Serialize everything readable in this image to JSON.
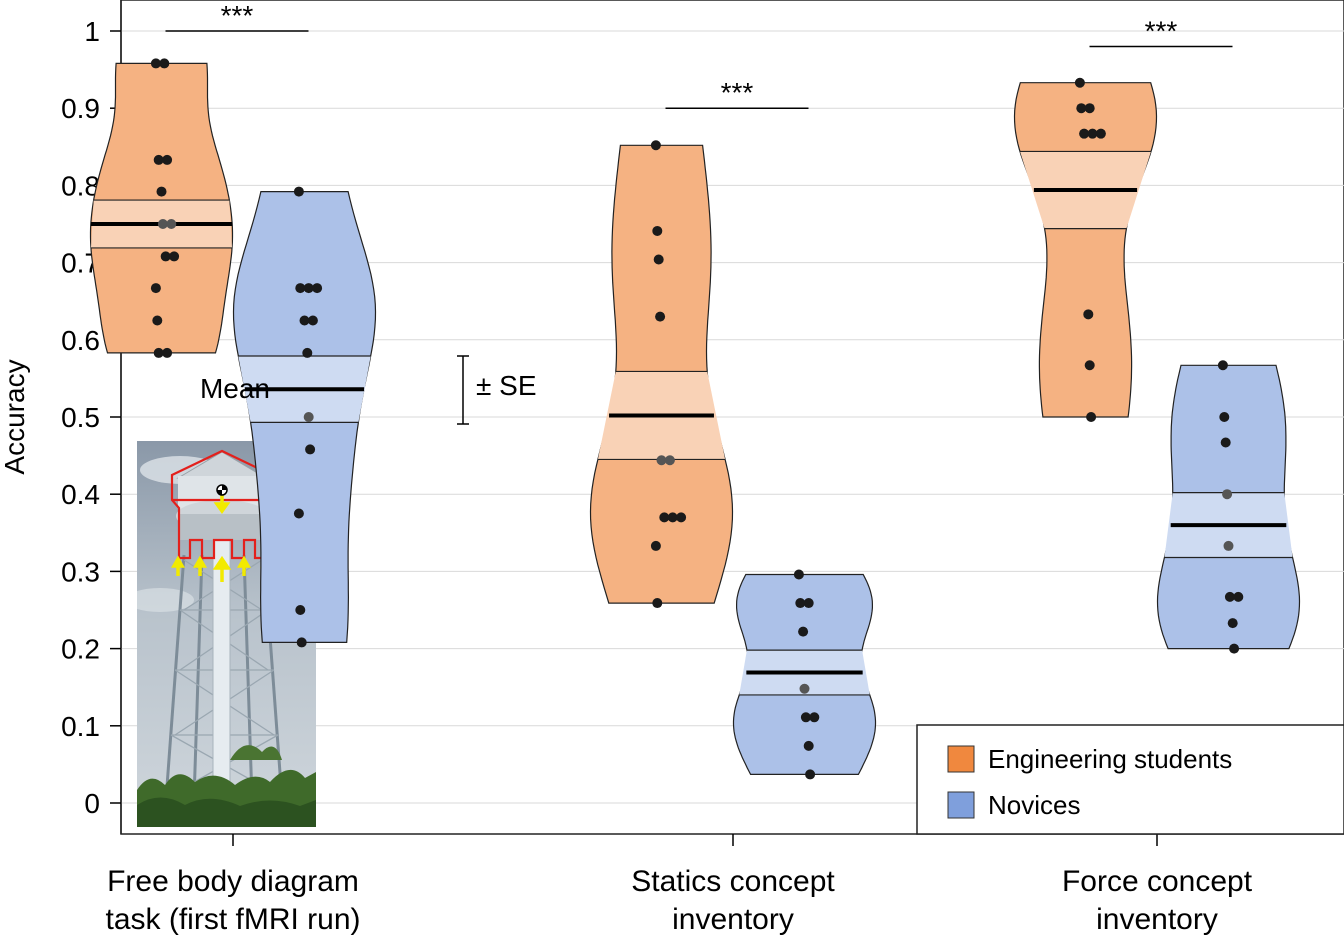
{
  "chart_data": {
    "type": "violin",
    "title": "",
    "xlabel": "",
    "ylabel": "Accuracy",
    "ylim": [
      0,
      1
    ],
    "yticks": [
      "0",
      "0.1",
      "0.2",
      "0.3",
      "0.4",
      "0.5",
      "0.6",
      "0.7",
      "0.8",
      "0.9",
      "1"
    ],
    "grid": true,
    "legend_position": "bottom-right",
    "categories": [
      "Free body diagram\ntask (first fMRI run)",
      "Statics concept\ninventory",
      "Force concept\ninventory"
    ],
    "series": [
      {
        "name": "Engineering students",
        "color": "#F0883E",
        "groups": [
          {
            "mean": 0.75,
            "se": 0.031,
            "points": [
              0.958,
              0.958,
              0.833,
              0.833,
              0.792,
              0.75,
              0.75,
              0.708,
              0.708,
              0.667,
              0.625,
              0.583,
              0.583
            ]
          },
          {
            "mean": 0.502,
            "se": 0.057,
            "points": [
              0.852,
              0.741,
              0.704,
              0.63,
              0.444,
              0.444,
              0.37,
              0.37,
              0.37,
              0.333,
              0.259
            ]
          },
          {
            "mean": 0.794,
            "se": 0.05,
            "points": [
              0.933,
              0.9,
              0.9,
              0.867,
              0.867,
              0.867,
              0.633,
              0.567,
              0.5
            ]
          }
        ]
      },
      {
        "name": "Novices",
        "color": "#7F9FDC",
        "groups": [
          {
            "mean": 0.536,
            "se": 0.043,
            "points": [
              0.792,
              0.667,
              0.667,
              0.667,
              0.625,
              0.625,
              0.583,
              0.5,
              0.458,
              0.375,
              0.25,
              0.208
            ]
          },
          {
            "mean": 0.169,
            "se": 0.029,
            "points": [
              0.296,
              0.259,
              0.259,
              0.222,
              0.148,
              0.111,
              0.111,
              0.074,
              0.037
            ]
          },
          {
            "mean": 0.36,
            "se": 0.042,
            "points": [
              0.567,
              0.5,
              0.467,
              0.4,
              0.333,
              0.267,
              0.267,
              0.233,
              0.2
            ]
          }
        ]
      }
    ],
    "significance": [
      "***",
      "***",
      "***"
    ],
    "annotations": {
      "mean": "Mean",
      "se": "± SE"
    }
  },
  "inset": {
    "icon": "water-tower-photo"
  }
}
